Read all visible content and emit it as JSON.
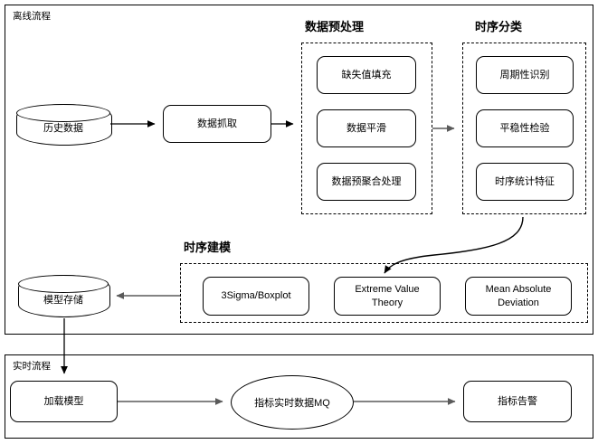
{
  "diagram": {
    "containers": [
      {
        "name": "offline-flow",
        "label": "离线流程"
      },
      {
        "name": "realtime-flow",
        "label": "实时流程"
      }
    ],
    "groups": [
      {
        "name": "data-preprocessing",
        "title": "数据预处理"
      },
      {
        "name": "timeseries-classification",
        "title": "时序分类"
      },
      {
        "name": "timeseries-modeling",
        "title": "时序建模"
      }
    ],
    "offline": {
      "history_data": "历史数据",
      "data_fetch": "数据抓取",
      "model_storage": "模型存储",
      "preprocessing_steps": [
        "缺失值填充",
        "数据平滑",
        "数据预聚合处理"
      ],
      "classification_steps": [
        "周期性识别",
        "平稳性检验",
        "时序统计特征"
      ],
      "modeling_methods": [
        "3Sigma/Boxplot",
        "Extreme Value Theory",
        "Mean Absolute Deviation"
      ]
    },
    "realtime": {
      "load_model": "加载模型",
      "metric_mq": "指标实时数据MQ",
      "metric_alarm": "指标告警"
    },
    "colors": {
      "stroke": "#000000",
      "arrow": "#5a5a5a",
      "background": "#ffffff"
    }
  }
}
